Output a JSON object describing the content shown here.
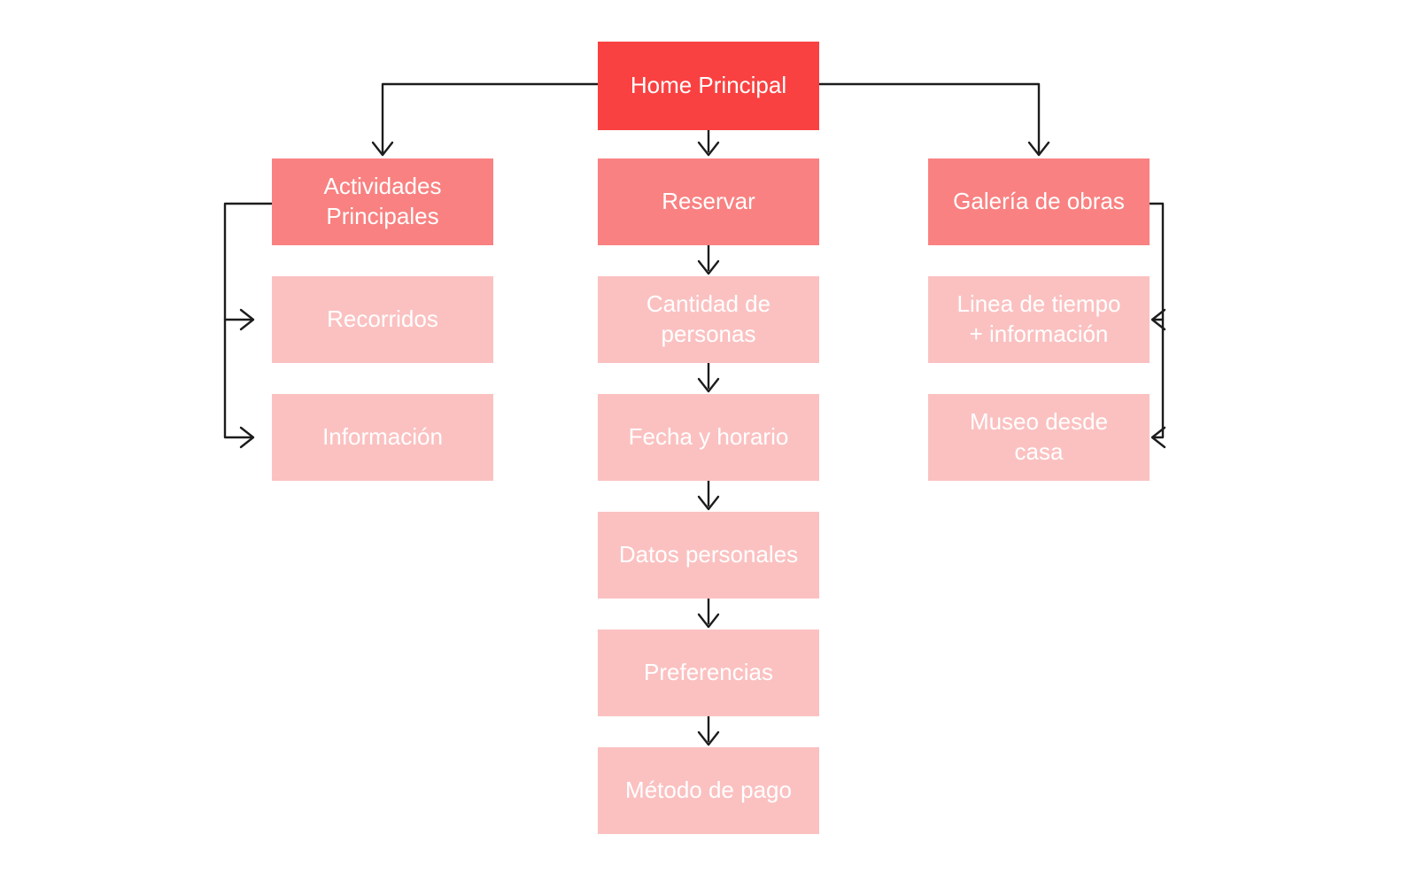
{
  "diagram": {
    "nodes": {
      "home": {
        "label": "Home Principal",
        "role": "root"
      },
      "actividades": {
        "label": "Actividades\nPrincipales",
        "role": "branch"
      },
      "recorridos": {
        "label": "Recorridos",
        "role": "leaf"
      },
      "informacion": {
        "label": "Información",
        "role": "leaf"
      },
      "reservar": {
        "label": "Reservar",
        "role": "branch"
      },
      "cantidad": {
        "label": "Cantidad de\npersonas",
        "role": "leaf"
      },
      "fecha": {
        "label": "Fecha y horario",
        "role": "leaf"
      },
      "datos": {
        "label": "Datos personales",
        "role": "leaf"
      },
      "preferencias": {
        "label": "Preferencias",
        "role": "leaf"
      },
      "metodo": {
        "label": "Método de pago",
        "role": "leaf"
      },
      "galeria": {
        "label": "Galería de obras",
        "role": "branch"
      },
      "linea": {
        "label": "Linea de tiempo\n+ información",
        "role": "leaf"
      },
      "museo": {
        "label": "Museo desde\ncasa",
        "role": "leaf"
      }
    },
    "edges": [
      {
        "from": "home",
        "to": "actividades"
      },
      {
        "from": "home",
        "to": "reservar"
      },
      {
        "from": "home",
        "to": "galeria"
      },
      {
        "from": "actividades",
        "to": "recorridos"
      },
      {
        "from": "actividades",
        "to": "informacion"
      },
      {
        "from": "reservar",
        "to": "cantidad"
      },
      {
        "from": "cantidad",
        "to": "fecha"
      },
      {
        "from": "fecha",
        "to": "datos"
      },
      {
        "from": "datos",
        "to": "preferencias"
      },
      {
        "from": "preferencias",
        "to": "metodo"
      },
      {
        "from": "galeria",
        "to": "linea"
      },
      {
        "from": "galeria",
        "to": "museo"
      }
    ],
    "colors": {
      "root_fill": "#FA4141",
      "branch_fill": "#F98181",
      "leaf_fill": "#FBC1C1",
      "text": "#FFFFFF",
      "connector": "#1C1C1C",
      "background": "#FFFFFF"
    }
  }
}
